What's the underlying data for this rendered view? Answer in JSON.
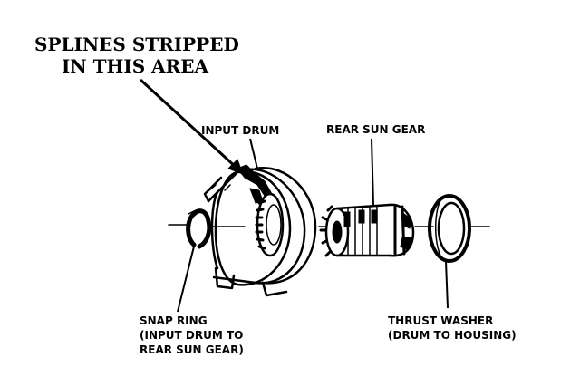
{
  "callout": {
    "line1": "SPLINES STRIPPED",
    "line2": "IN THIS AREA"
  },
  "labels": {
    "input_drum": "INPUT DRUM",
    "rear_sun_gear": "REAR SUN GEAR",
    "snap_ring": [
      "SNAP RING",
      "(INPUT DRUM TO",
      "REAR SUN GEAR)"
    ],
    "thrust_washer": [
      "THRUST WASHER",
      "(DRUM TO HOUSING)"
    ]
  }
}
